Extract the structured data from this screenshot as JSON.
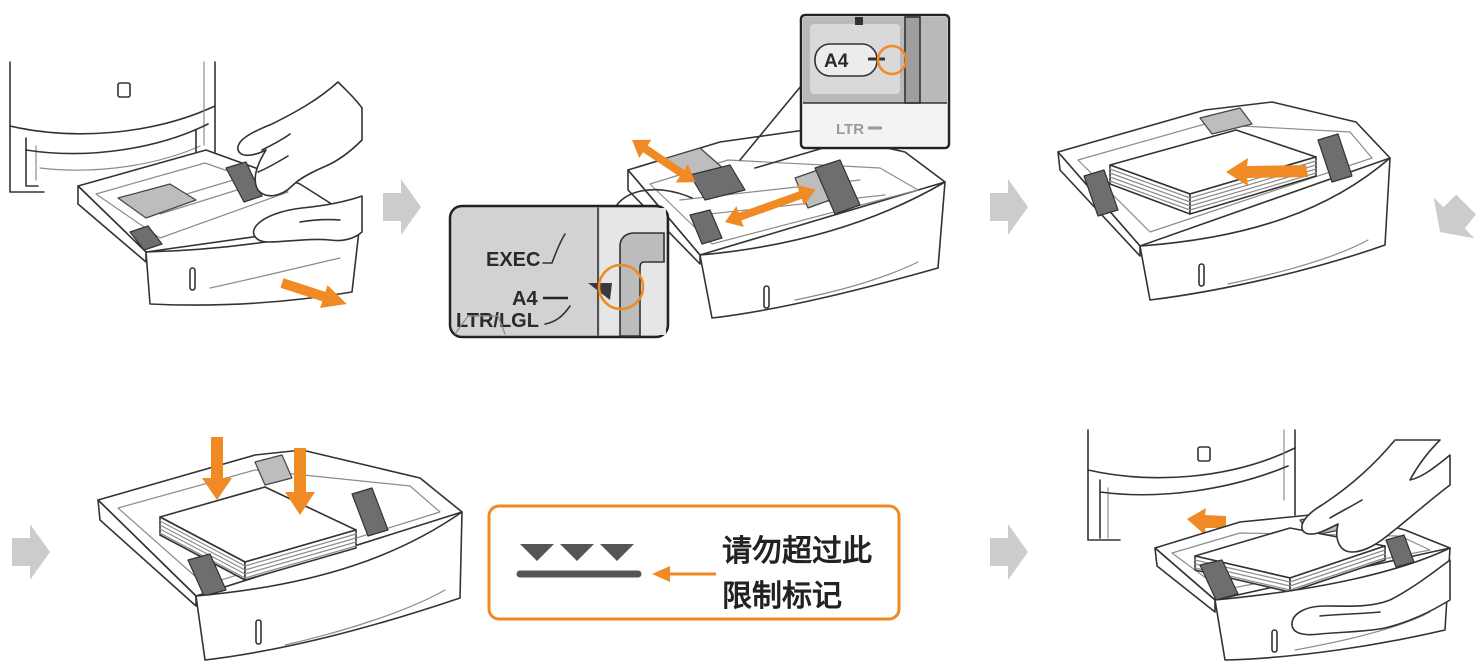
{
  "colors": {
    "accent": "#f08a24",
    "step_arrow": "#cccccc",
    "limit_mark": "#555555",
    "outline": "#333333"
  },
  "icons": {
    "step_arrow": "next-step-arrow-icon",
    "motion_arrow": "motion-arrow-icon",
    "limit_mark": "paper-limit-mark-icon"
  },
  "size_guide_top": {
    "a4": "A4",
    "ltr": "LTR"
  },
  "size_guide_side": {
    "exec": "EXEC",
    "a4": "A4",
    "ltr_lgl": "LTR/LGL"
  },
  "limit_note": {
    "line1": "请勿超过此",
    "line2": "限制标记"
  }
}
